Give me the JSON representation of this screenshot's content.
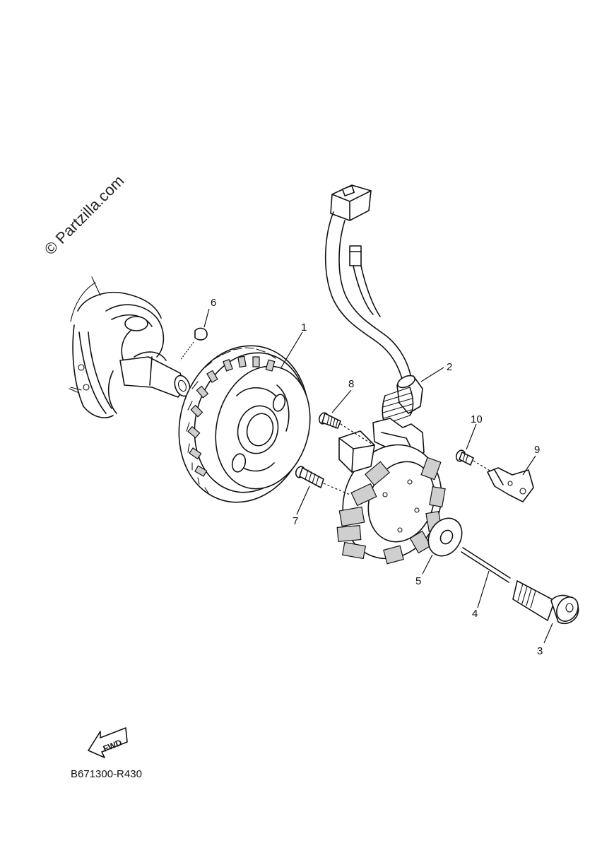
{
  "watermark": "© Partzilla.com",
  "diagram_code": "B671300-R430",
  "fwd_label": "FWD",
  "callouts": [
    "1",
    "2",
    "3",
    "4",
    "5",
    "6",
    "7",
    "8",
    "9",
    "10"
  ],
  "parts": {
    "p1": "rotor assembly",
    "p2": "stator assembly with lead wire",
    "p3": "bolt",
    "p4": "o-ring",
    "p5": "washer",
    "p6": "woodruff key",
    "p7": "bolt",
    "p8": "bolt",
    "p9": "lead clamp",
    "p10": "bolt"
  },
  "colors": {
    "line": "#111111",
    "background": "#ffffff"
  }
}
